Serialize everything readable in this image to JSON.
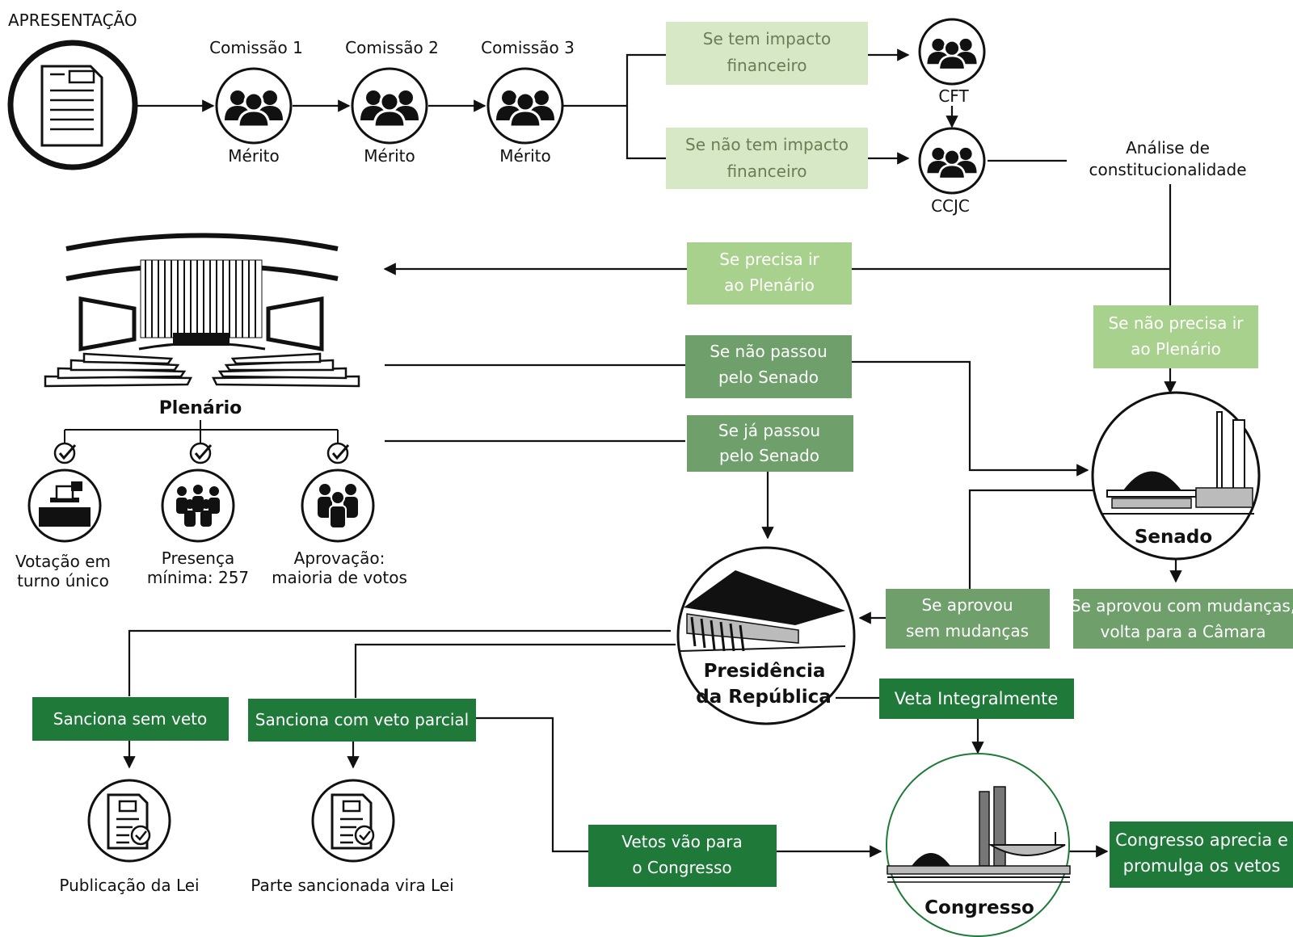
{
  "title": "APRESENTAÇÃO",
  "colors": {
    "lightest_green": "#d6e8c5",
    "light_green": "#a9d18e",
    "mid_green": "#6f9f6b",
    "dark_green": "#1f7a3a",
    "lightest_text": "#6b7d57",
    "line": "#111111"
  },
  "commissions": [
    {
      "name": "Comissão 1",
      "label": "Mérito"
    },
    {
      "name": "Comissão 2",
      "label": "Mérito"
    },
    {
      "name": "Comissão 3",
      "label": "Mérito"
    }
  ],
  "conditions": {
    "impacto_l1": "Se tem impacto",
    "impacto_l2": "financeiro",
    "sem_impacto_l1": "Se não tem impacto",
    "sem_impacto_l2": "financeiro",
    "plenario_l1": "Se precisa ir",
    "plenario_l2": "ao Plenário",
    "nao_plenario_l1": "Se não precisa ir",
    "nao_plenario_l2": "ao Plenário",
    "nao_senado_l1": "Se não passou",
    "nao_senado_l2": "pelo Senado",
    "ja_senado_l1": "Se já passou",
    "ja_senado_l2": "pelo Senado",
    "sem_mudancas_l1": "Se aprovou",
    "sem_mudancas_l2": "sem mudanças",
    "com_mudancas_l1": "Se aprovou com mudanças,",
    "com_mudancas_l2": "volta para a Câmara",
    "sanciona_sem_veto": "Sanciona sem veto",
    "sanciona_parcial": "Sanciona com veto parcial",
    "veta_integral": "Veta Integralmente",
    "vetos_l1": "Vetos vão para",
    "vetos_l2": "o Congresso",
    "congresso_aprecia_l1": "Congresso aprecia e",
    "congresso_aprecia_l2": "promulga os vetos"
  },
  "nodes": {
    "cft": "CFT",
    "ccjc": "CCJC",
    "analise_l1": "Análise de",
    "analise_l2": "constitucionalidade",
    "plenario": "Plenário",
    "senado": "Senado",
    "presidencia_l1": "Presidência",
    "presidencia_l2": "da República",
    "congresso": "Congresso",
    "publicacao": "Publicação da Lei",
    "parte_sancionada": "Parte sancionada vira Lei"
  },
  "plenario_rules": [
    {
      "l1": "Votação em",
      "l2": "turno único",
      "icon": "ballot-box-icon"
    },
    {
      "l1": "Presença",
      "l2": "mínima: 257",
      "icon": "crowd-icon"
    },
    {
      "l1": "Aprovação:",
      "l2": "maioria de votos",
      "icon": "group-icon"
    }
  ]
}
